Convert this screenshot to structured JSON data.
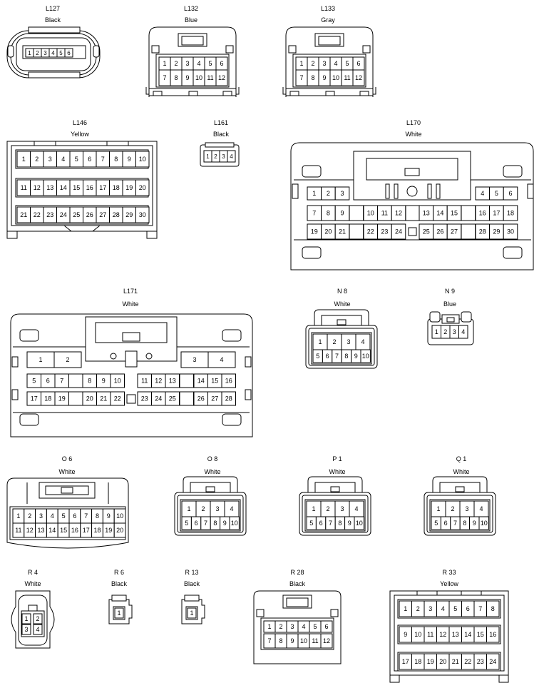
{
  "connectors": [
    {
      "id": "L127",
      "name": "L127",
      "color": "Black",
      "pins": [
        "1",
        "2",
        "3",
        "4",
        "5",
        "6"
      ]
    },
    {
      "id": "L132",
      "name": "L132",
      "color": "Blue",
      "pins": [
        "1",
        "2",
        "3",
        "4",
        "5",
        "6",
        "7",
        "8",
        "9",
        "10",
        "11",
        "12"
      ]
    },
    {
      "id": "L133",
      "name": "L133",
      "color": "Gray",
      "pins": [
        "1",
        "2",
        "3",
        "4",
        "5",
        "6",
        "7",
        "8",
        "9",
        "10",
        "11",
        "12"
      ]
    },
    {
      "id": "L146",
      "name": "L146",
      "color": "Yellow",
      "pins": [
        "1",
        "2",
        "3",
        "4",
        "5",
        "6",
        "7",
        "8",
        "9",
        "10",
        "11",
        "12",
        "13",
        "14",
        "15",
        "16",
        "17",
        "18",
        "19",
        "20",
        "21",
        "22",
        "23",
        "24",
        "25",
        "26",
        "27",
        "28",
        "29",
        "30"
      ]
    },
    {
      "id": "L161",
      "name": "L161",
      "color": "Black",
      "pins": [
        "1",
        "2",
        "3",
        "4"
      ]
    },
    {
      "id": "L170",
      "name": "L170",
      "color": "White",
      "pins": [
        "1",
        "2",
        "3",
        "4",
        "5",
        "6",
        "7",
        "8",
        "9",
        "10",
        "11",
        "12",
        "13",
        "14",
        "15",
        "16",
        "17",
        "18",
        "19",
        "20",
        "21",
        "22",
        "23",
        "24",
        "25",
        "26",
        "27",
        "28",
        "29",
        "30"
      ]
    },
    {
      "id": "L171",
      "name": "L171",
      "color": "White",
      "pins": [
        "1",
        "2",
        "3",
        "4",
        "5",
        "6",
        "7",
        "8",
        "9",
        "10",
        "11",
        "12",
        "13",
        "14",
        "15",
        "16",
        "17",
        "18",
        "19",
        "20",
        "21",
        "22",
        "23",
        "24",
        "25",
        "26",
        "27",
        "28"
      ]
    },
    {
      "id": "N8",
      "name": "N 8",
      "color": "White",
      "pins": [
        "1",
        "2",
        "3",
        "4",
        "5",
        "6",
        "7",
        "8",
        "9",
        "10"
      ]
    },
    {
      "id": "N9",
      "name": "N 9",
      "color": "Blue",
      "pins": [
        "1",
        "2",
        "3",
        "4"
      ]
    },
    {
      "id": "O6",
      "name": "O 6",
      "color": "White",
      "pins": [
        "1",
        "2",
        "3",
        "4",
        "5",
        "6",
        "7",
        "8",
        "9",
        "10",
        "11",
        "12",
        "13",
        "14",
        "15",
        "16",
        "17",
        "18",
        "19",
        "20"
      ]
    },
    {
      "id": "O8",
      "name": "O 8",
      "color": "White",
      "pins": [
        "1",
        "2",
        "3",
        "4",
        "5",
        "6",
        "7",
        "8",
        "9",
        "10"
      ]
    },
    {
      "id": "P1",
      "name": "P 1",
      "color": "White",
      "pins": [
        "1",
        "2",
        "3",
        "4",
        "5",
        "6",
        "7",
        "8",
        "9",
        "10"
      ]
    },
    {
      "id": "Q1",
      "name": "Q 1",
      "color": "White",
      "pins": [
        "1",
        "2",
        "3",
        "4",
        "5",
        "6",
        "7",
        "8",
        "9",
        "10"
      ]
    },
    {
      "id": "R4",
      "name": "R 4",
      "color": "White",
      "pins": [
        "1",
        "2",
        "3",
        "4"
      ]
    },
    {
      "id": "R6",
      "name": "R 6",
      "color": "Black",
      "pins": [
        "1"
      ]
    },
    {
      "id": "R13",
      "name": "R 13",
      "color": "Black",
      "pins": [
        "1"
      ]
    },
    {
      "id": "R28",
      "name": "R 28",
      "color": "Black",
      "pins": [
        "1",
        "2",
        "3",
        "4",
        "5",
        "6",
        "7",
        "8",
        "9",
        "10",
        "11",
        "12"
      ]
    },
    {
      "id": "R33",
      "name": "R 33",
      "color": "Yellow",
      "pins": [
        "1",
        "2",
        "3",
        "4",
        "5",
        "6",
        "7",
        "8",
        "9",
        "10",
        "11",
        "12",
        "13",
        "14",
        "15",
        "16",
        "17",
        "18",
        "19",
        "20",
        "21",
        "22",
        "23",
        "24"
      ]
    }
  ]
}
